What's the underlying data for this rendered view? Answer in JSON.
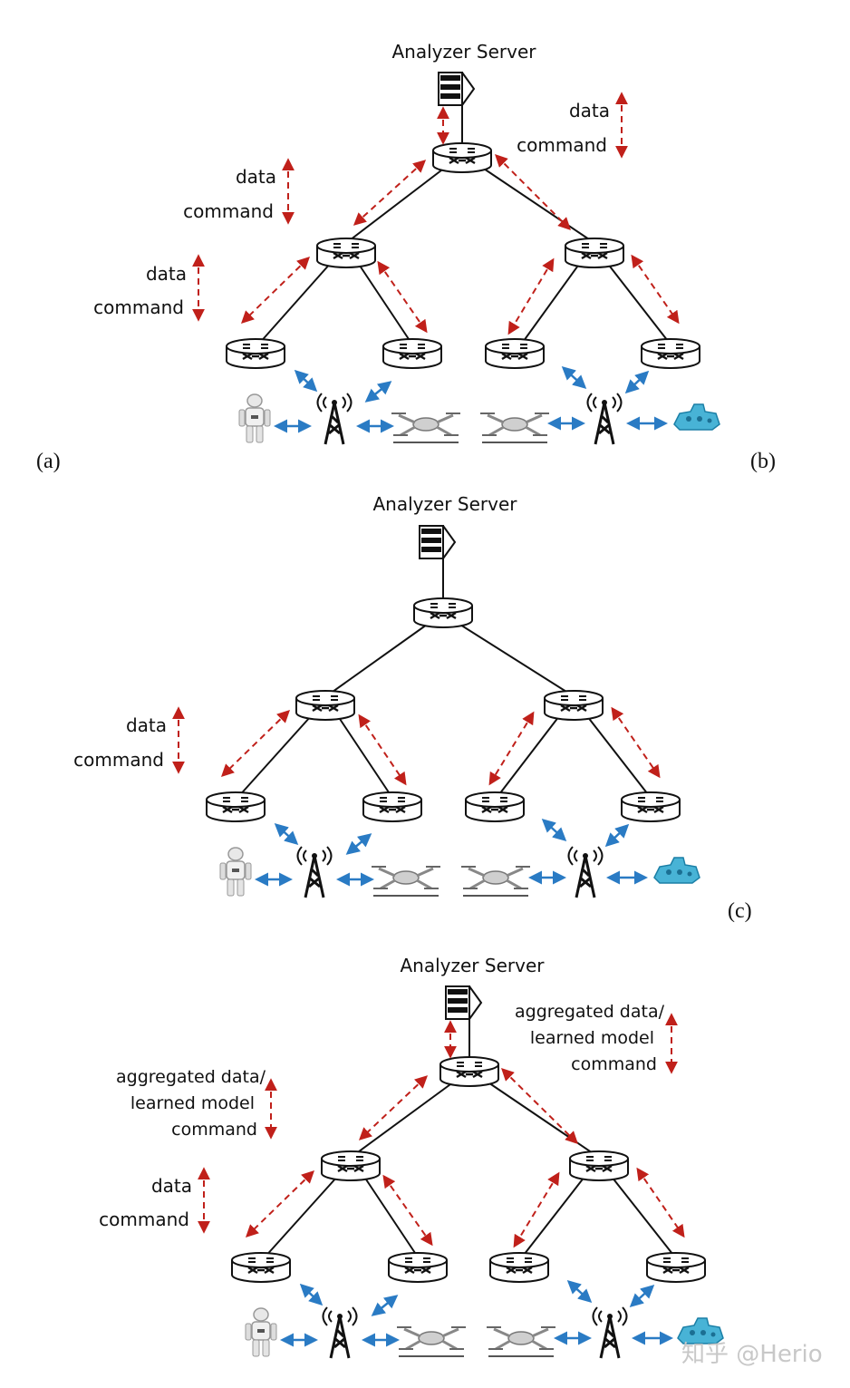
{
  "panels": [
    {
      "label": "(a)",
      "label2": "(b)",
      "server": "Analyzer Server",
      "annotations": [
        {
          "line1": "data",
          "line2": "command"
        },
        {
          "line1": "data",
          "line2": "command"
        },
        {
          "line1": "data",
          "line2": "command"
        }
      ]
    },
    {
      "label": "(c)",
      "server": "Analyzer Server",
      "annotations": [
        {
          "line1": "data",
          "line2": "command"
        }
      ]
    },
    {
      "server": "Analyzer Server",
      "annotations": [
        {
          "line1": "aggregated data/",
          "line2": "learned model",
          "line3": "command"
        },
        {
          "line1": "aggregated data/",
          "line2": "learned model",
          "line3": "command"
        },
        {
          "line1": "data",
          "line2": "command"
        }
      ]
    }
  ],
  "watermark": "知乎 @Herio",
  "colors": {
    "data_flow": "#c0201a",
    "wireless": "#2a7bc4",
    "link": "#111111"
  },
  "icons": [
    "server-icon",
    "router-icon",
    "cell-tower-icon",
    "robot-icon",
    "drone-icon",
    "submarine-icon"
  ]
}
